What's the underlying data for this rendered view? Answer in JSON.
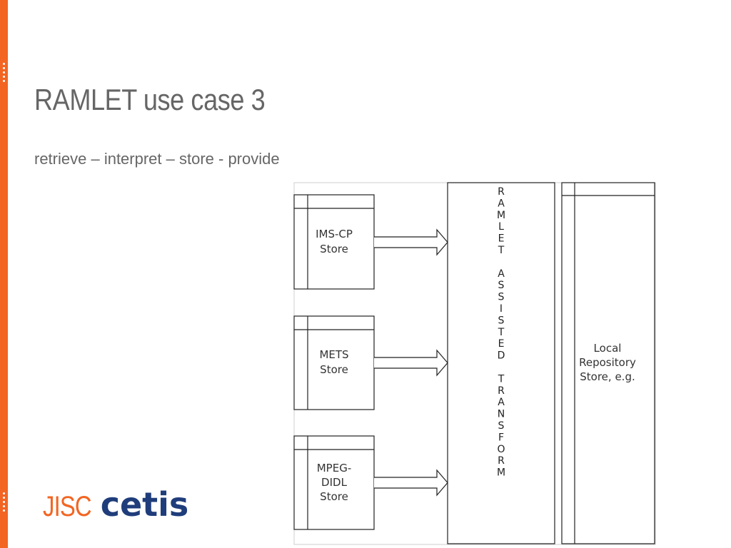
{
  "slide": {
    "title": "RAMLET use case 3",
    "subtitle": "retrieve – interpret – store - provide"
  },
  "logo": {
    "jisc": "JISC",
    "cetis": "cetis"
  },
  "diagram": {
    "stores": [
      {
        "lines": [
          "IMS-CP",
          "Store"
        ]
      },
      {
        "lines": [
          "METS",
          "Store"
        ]
      },
      {
        "lines": [
          "MPEG-",
          "DIDL",
          "Store"
        ]
      }
    ],
    "transform_label": "RAMLET ASSISTED TRANSFORM",
    "local_repository": {
      "lines": [
        "Local",
        "Repository",
        "Store, e.g."
      ]
    }
  },
  "colors": {
    "accent": "#f26522",
    "brand_blue": "#1f3d7a",
    "title_gray": "#666666"
  }
}
